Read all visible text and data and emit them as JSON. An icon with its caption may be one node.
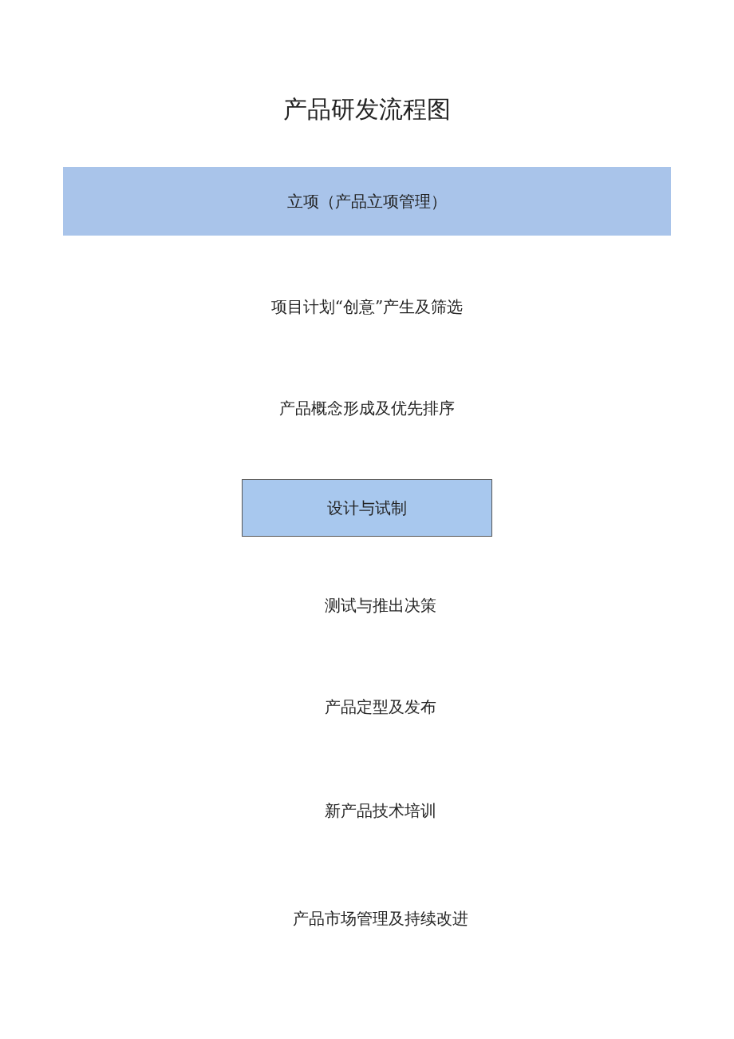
{
  "diagram": {
    "title": "产品研发流程图",
    "nodes": [
      {
        "text": [
          "立项（产品立项管理）"
        ]
      },
      {
        "text": [
          "设计与试制"
        ]
      }
    ],
    "labels": [
      "项目计划“创意”产生及筛选",
      "产品概念形成及优先排序",
      "测试与推出决策",
      "产品定型及发布",
      "新产品技术培训",
      "产品市场管理及持续改进"
    ]
  }
}
